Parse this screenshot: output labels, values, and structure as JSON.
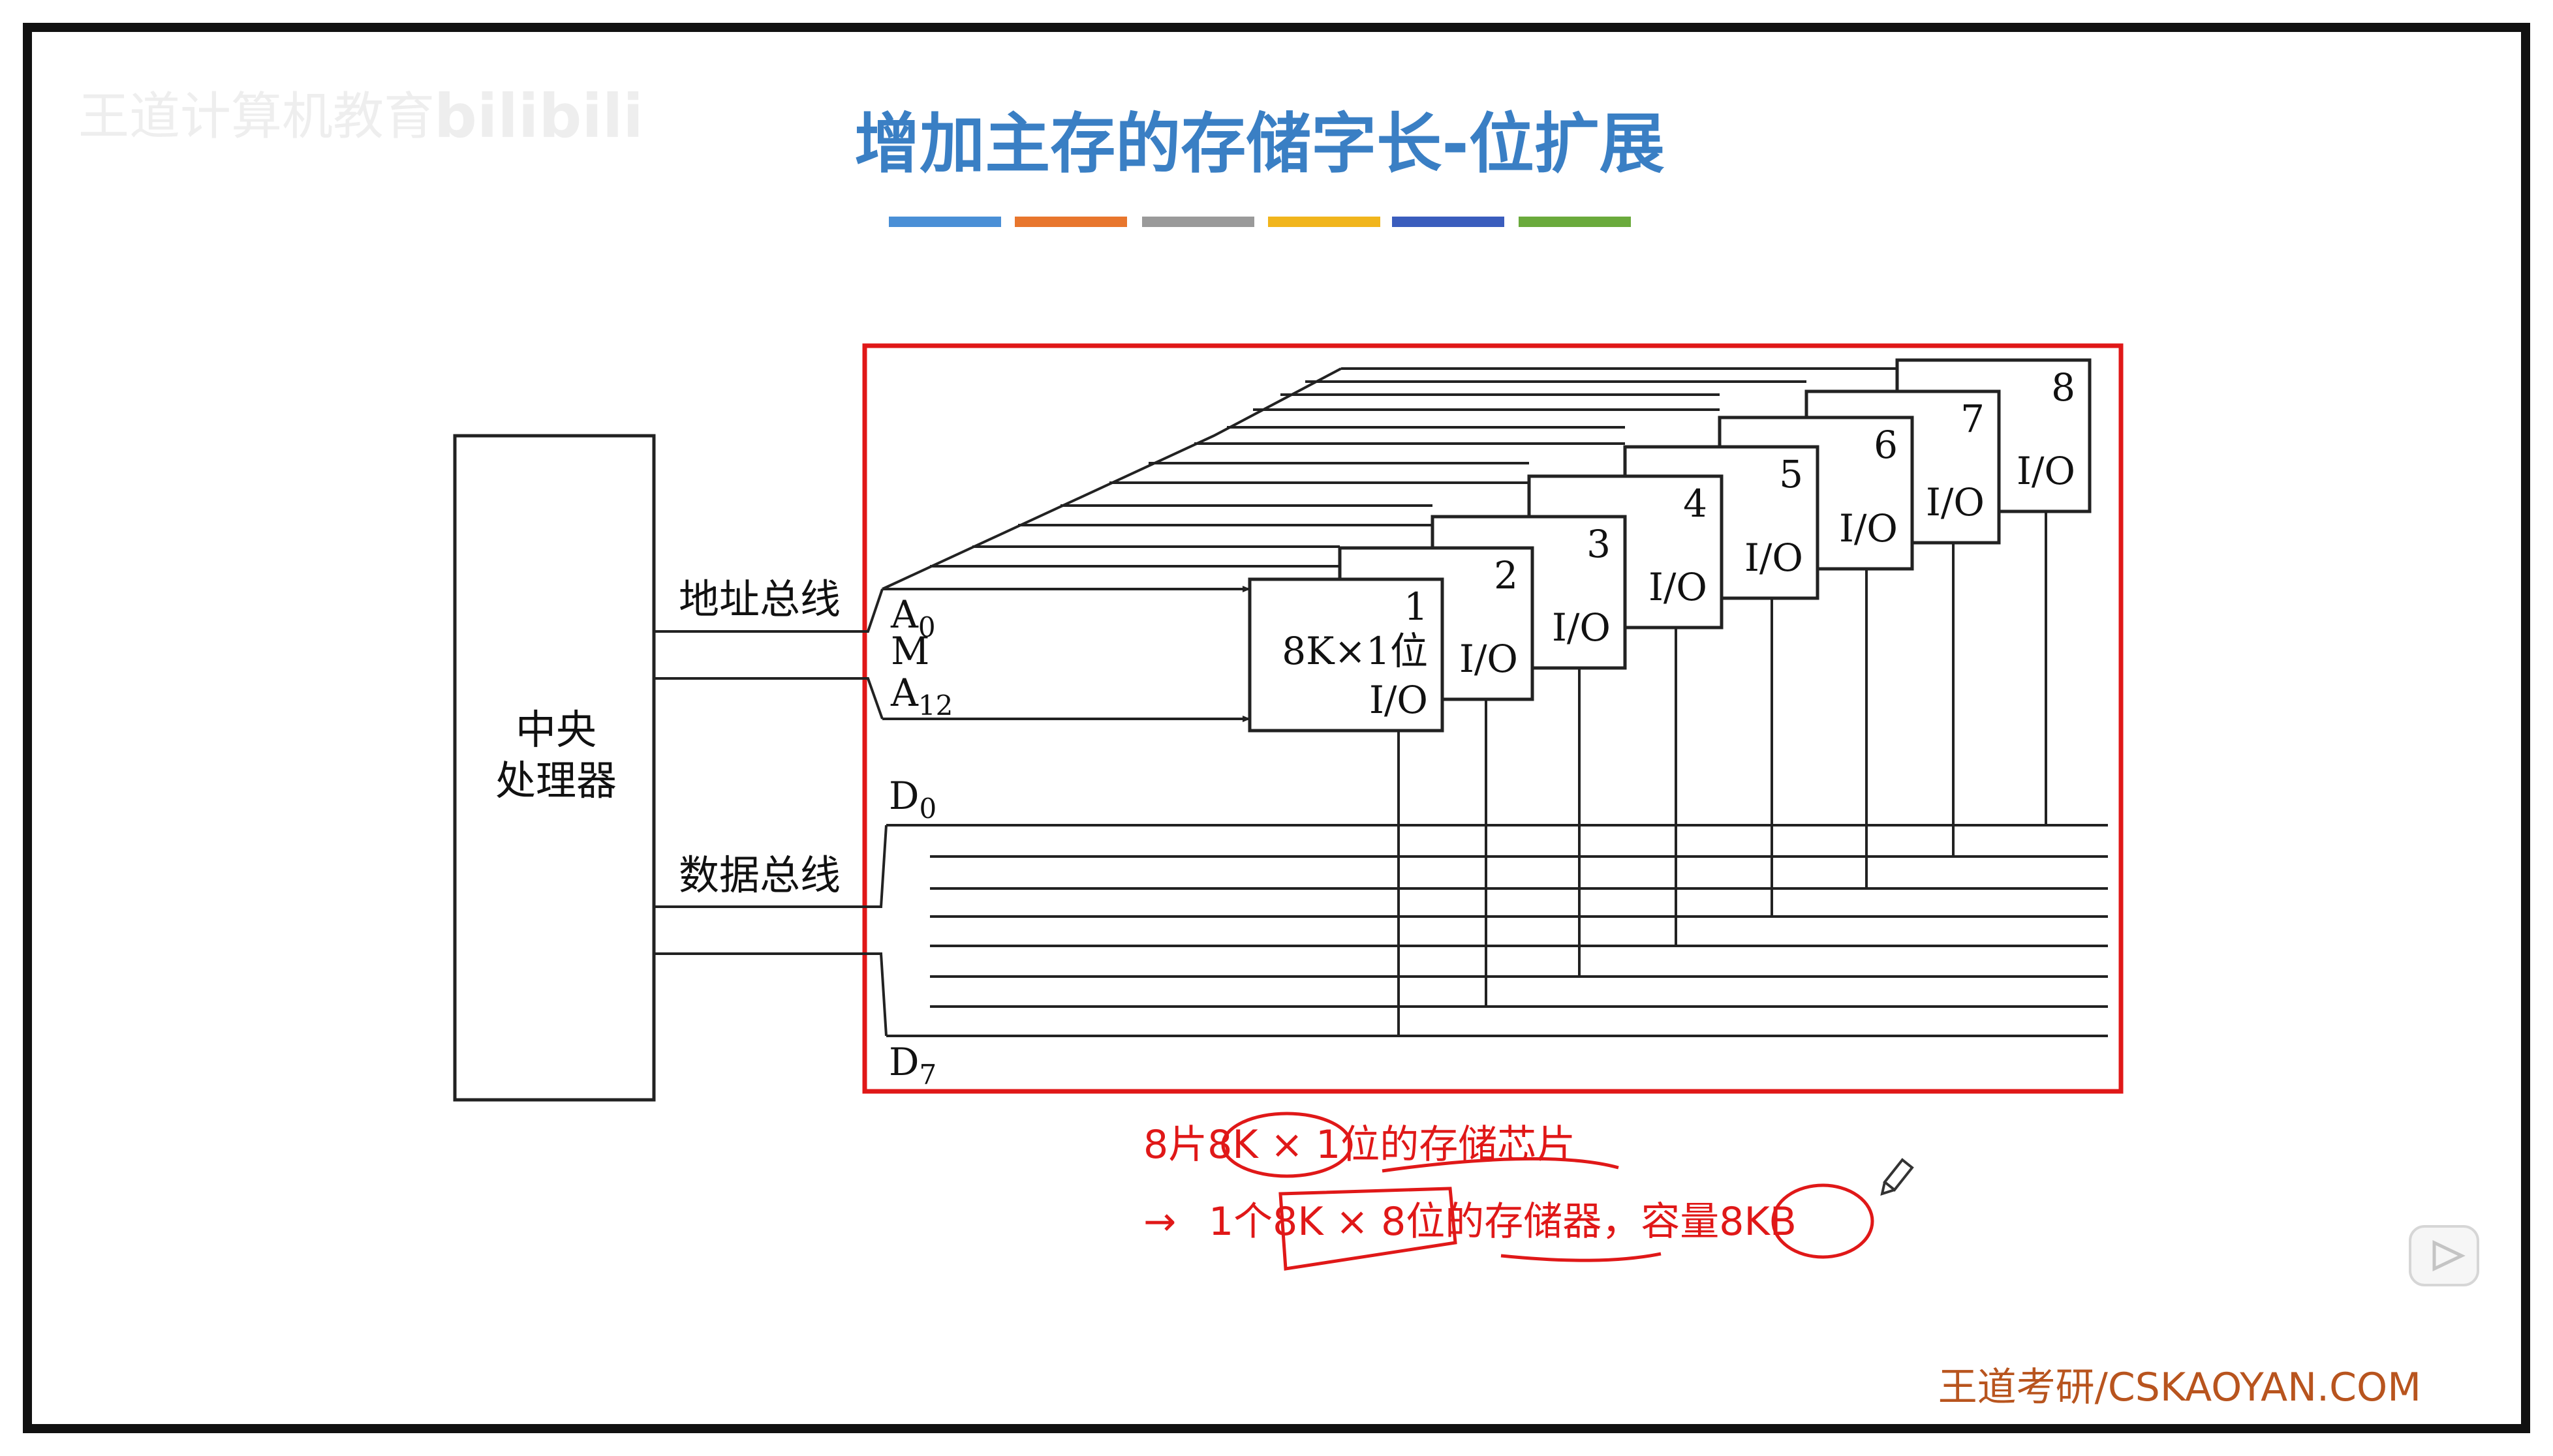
{
  "slide": {
    "title": "增加主存的存储字长-位扩展",
    "watermark": "王道计算机教育",
    "watermark_brand": "bilibili",
    "footer": "王道考研/CSKAOYAN.COM",
    "title_color": "#3a7fc4",
    "title_bar_colors": [
      "#4a8fd6",
      "#e8762d",
      "#9a9a9a",
      "#f1b51c",
      "#3a5dbd",
      "#6aaa3c"
    ]
  },
  "diagram": {
    "cpu_label_line1": "中央",
    "cpu_label_line2": "处理器",
    "address_bus_label": "地址总线",
    "data_bus_label": "数据总线",
    "addr_top_label": "A",
    "addr_top_sub": "0",
    "addr_mid_label": "M",
    "addr_bottom_label": "A",
    "addr_bottom_sub": "12",
    "data_top_label": "D",
    "data_top_sub": "0",
    "data_bottom_label": "D",
    "data_bottom_sub": "7",
    "chip1_desc": "8K×1位",
    "io_label": "I/O",
    "chip_numbers": [
      "1",
      "2",
      "3",
      "4",
      "5",
      "6",
      "7",
      "8"
    ]
  },
  "annotation": {
    "line1": "8片8K × 1位的存储芯片",
    "line2_arrow": "→",
    "line2": "1个8K × 8位的存储器，容量8KB",
    "color": "#e01818"
  }
}
